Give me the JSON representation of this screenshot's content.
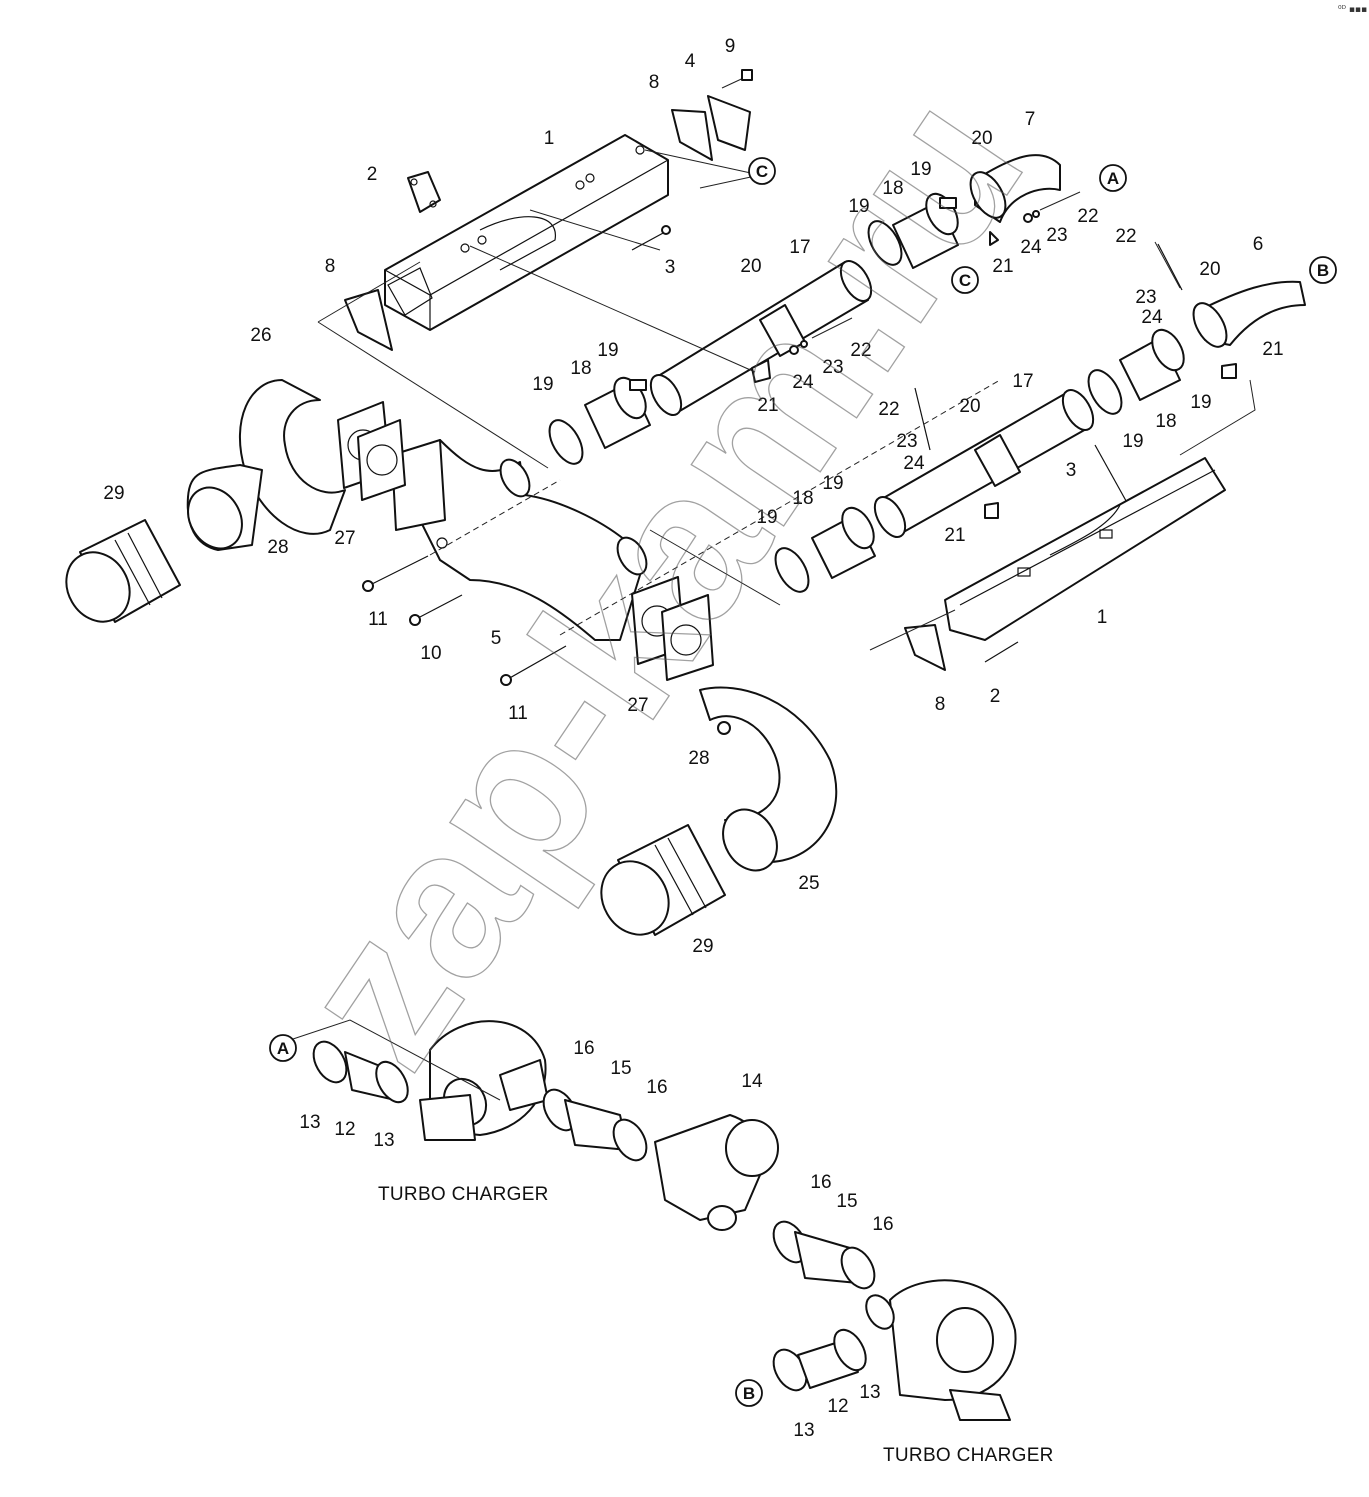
{
  "corner_mark": "⁰ᴰ ▪▪▪",
  "watermark": "zap-kam.ru",
  "captions": [
    "TURBO CHARGER",
    "TURBO CHARGER"
  ],
  "refs": [
    "A",
    "B",
    "C"
  ],
  "callouts": [
    {
      "label": "9"
    },
    {
      "label": "4"
    },
    {
      "label": "8"
    },
    {
      "label": "1"
    },
    {
      "label": "2"
    },
    {
      "label": "3"
    },
    {
      "label": "8"
    },
    {
      "label": "7"
    },
    {
      "label": "20"
    },
    {
      "label": "19"
    },
    {
      "label": "18"
    },
    {
      "label": "19"
    },
    {
      "label": "22"
    },
    {
      "label": "23"
    },
    {
      "label": "24"
    },
    {
      "label": "21"
    },
    {
      "label": "17"
    },
    {
      "label": "20"
    },
    {
      "label": "22"
    },
    {
      "label": "23"
    },
    {
      "label": "24"
    },
    {
      "label": "21"
    },
    {
      "label": "26"
    },
    {
      "label": "19"
    },
    {
      "label": "18"
    },
    {
      "label": "19"
    },
    {
      "label": "22"
    },
    {
      "label": "20"
    },
    {
      "label": "6"
    },
    {
      "label": "23"
    },
    {
      "label": "24"
    },
    {
      "label": "21"
    },
    {
      "label": "17"
    },
    {
      "label": "22"
    },
    {
      "label": "23"
    },
    {
      "label": "20"
    },
    {
      "label": "24"
    },
    {
      "label": "19"
    },
    {
      "label": "18"
    },
    {
      "label": "19"
    },
    {
      "label": "3"
    },
    {
      "label": "29"
    },
    {
      "label": "28"
    },
    {
      "label": "27"
    },
    {
      "label": "19"
    },
    {
      "label": "18"
    },
    {
      "label": "19"
    },
    {
      "label": "21"
    },
    {
      "label": "11"
    },
    {
      "label": "10"
    },
    {
      "label": "5"
    },
    {
      "label": "1"
    },
    {
      "label": "11"
    },
    {
      "label": "27"
    },
    {
      "label": "8"
    },
    {
      "label": "2"
    },
    {
      "label": "28"
    },
    {
      "label": "25"
    },
    {
      "label": "29"
    },
    {
      "label": "16"
    },
    {
      "label": "15"
    },
    {
      "label": "16"
    },
    {
      "label": "14"
    },
    {
      "label": "13"
    },
    {
      "label": "12"
    },
    {
      "label": "13"
    },
    {
      "label": "16"
    },
    {
      "label": "15"
    },
    {
      "label": "16"
    },
    {
      "label": "13"
    },
    {
      "label": "12"
    },
    {
      "label": "13"
    }
  ]
}
